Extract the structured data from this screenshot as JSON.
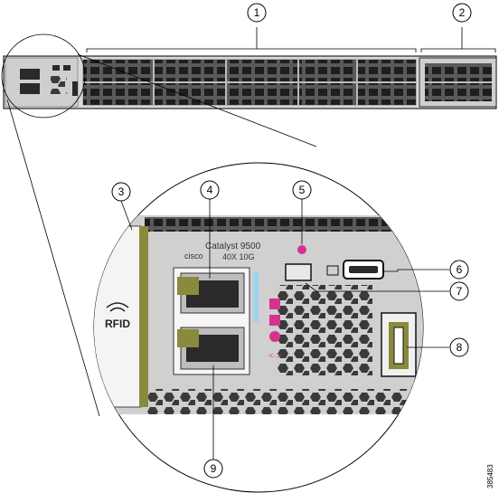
{
  "colors": {
    "accent_magenta": "#d6338f",
    "accent_blue": "#9fd3f0",
    "accent_olive": "#8a8a3c",
    "panel_grey": "#cfcfcf",
    "dark": "#2a2a2a"
  },
  "device": {
    "brand": "cisco",
    "model": "Catalyst 9500",
    "ports_desc": "40X 10G",
    "rfid_label": "RFID"
  },
  "callouts": [
    {
      "num": "1"
    },
    {
      "num": "2"
    },
    {
      "num": "3"
    },
    {
      "num": "4"
    },
    {
      "num": "5"
    },
    {
      "num": "6"
    },
    {
      "num": "7"
    },
    {
      "num": "8"
    },
    {
      "num": "9"
    }
  ],
  "figure_id": "385483"
}
